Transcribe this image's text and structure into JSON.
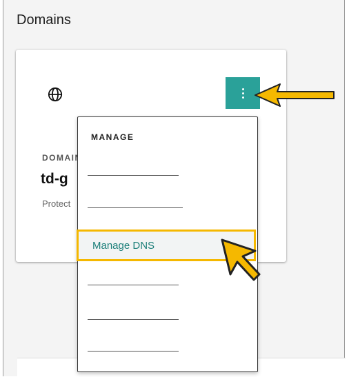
{
  "section": {
    "title": "Domains"
  },
  "card": {
    "label": "DOMAIN",
    "name": "td-g",
    "status": "Protect"
  },
  "menu": {
    "heading": "MANAGE",
    "highlighted_item": "Manage DNS"
  },
  "colors": {
    "accent": "#2aa199",
    "highlight": "#f5b800",
    "link": "#1c7f79"
  },
  "icons": {
    "globe": "globe-icon",
    "menu": "kebab-menu-icon",
    "arrow": "callout-arrow-icon",
    "cursor": "mouse-pointer-icon"
  }
}
